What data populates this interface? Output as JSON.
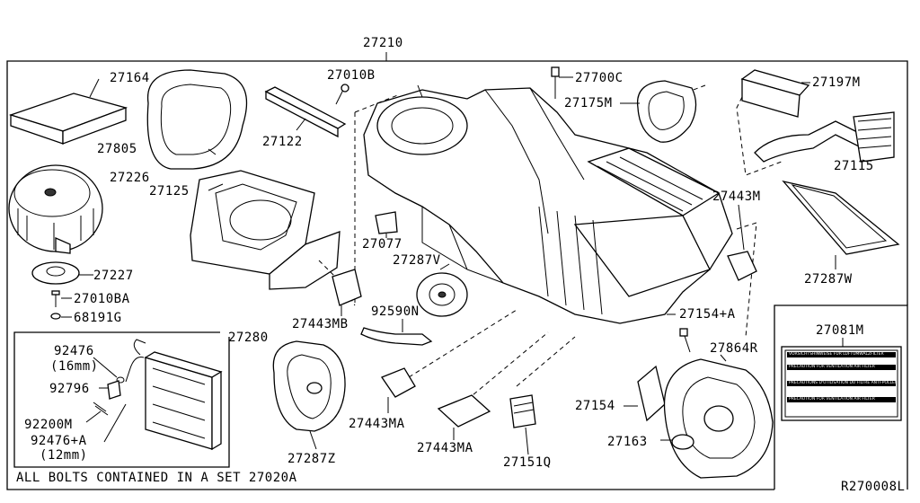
{
  "diagram": {
    "parts": {
      "p27210": "27210",
      "p27164": "27164",
      "p27010B": "27010B",
      "p27700C": "27700C",
      "p27197M": "27197M",
      "p27175M": "27175M",
      "p27122": "27122",
      "p27805": "27805",
      "p27115": "27115",
      "p27226": "27226",
      "p27125": "27125",
      "p27443M_top": "27443M",
      "p27077": "27077",
      "p27287V": "27287V",
      "p27227": "27227",
      "p27287W": "27287W",
      "p27010BA": "27010BA",
      "p68191G": "68191G",
      "p92590N": "92590N",
      "p27154A": "27154+A",
      "p27443MB": "27443MB",
      "p27081M": "27081M",
      "p27280": "27280",
      "p92476_16": "92476",
      "p92476_16_size": "(16mm)",
      "p27864R": "27864R",
      "p92796": "92796",
      "p27154": "27154",
      "p27443MA_1": "27443MA",
      "p92200M": "92200M",
      "p92476A": "92476+A",
      "p92476A_size": "(12mm)",
      "p27163": "27163",
      "p27443MA_2": "27443MA",
      "p27287Z": "27287Z",
      "p27151Q": "27151Q"
    },
    "note": "ALL BOLTS CONTAINED IN A SET 27020A",
    "ref_code": "R270008L",
    "label_plate": {
      "title": "VORSICHTSHINWEISE FUR LUFTUMWÄLZFILTER",
      "line1": "PRECAUTION FOR VENTILATION AIR FILTER",
      "line2": "PRECAUTIONS D'UTILISATION DU FILTRE ANTI-POLLEN",
      "line3": "PRECAUTION FOR VENTILATION AIR FILTER"
    }
  }
}
